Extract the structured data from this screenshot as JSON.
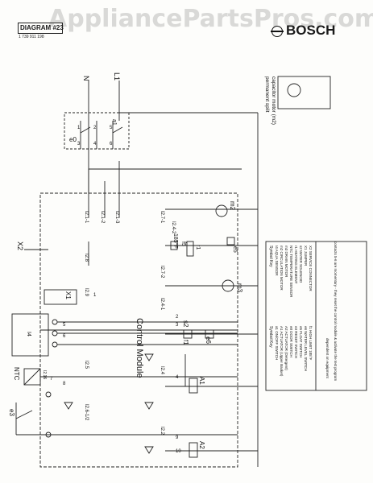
{
  "watermark": "AppliancePartsPros.com",
  "header": {
    "diagram": "DIAGRAM #23",
    "part_no": "1 739 911 198",
    "brand": "BOSCH"
  },
  "motor_inset": {
    "line1": "permanent split",
    "line2": "capacitor motor (m2)"
  },
  "mains": {
    "neutral": "N",
    "line": "L1"
  },
  "switch": {
    "name": "a1",
    "e0": "e0",
    "t1": "1",
    "t2": "2",
    "t3": "3",
    "t4": "4",
    "t5": "5",
    "t6": "6"
  },
  "module": {
    "title": "Control Module",
    "pins_top": [
      "I2.1-1",
      "I2.1-2",
      "I2.1-3",
      "I2.8",
      "I2.9",
      "I2.5",
      "I2.6-1/2"
    ],
    "pins_bottom": [
      "I2.7-1",
      "I2.4-2",
      "I2.7-2",
      "I2.4-1",
      "I2.4",
      "I2.2"
    ]
  },
  "components": {
    "x2": "X2",
    "x1": "X1",
    "i4": "I4",
    "ntc": "NTC",
    "i2_16": "I2.16",
    "e3": "e3",
    "thermo": "185°F",
    "f5": "f5",
    "r1": "r1",
    "e5": "e5",
    "m2": "m2",
    "m3": "m3",
    "s2": "s2",
    "e6": "e6",
    "f1": "f1",
    "a1": "A1",
    "a2": "A2",
    "n1": "1",
    "n2": "2",
    "n3": "3",
    "n4": "4",
    "n5": "5",
    "n6": "6",
    "n7": "7",
    "n8": "8",
    "n9": "9",
    "n10": "10"
  },
  "key": {
    "left_title": "Symbol Key",
    "left": [
      "a1  ON/OFF SWITCH",
      "A1  ACTUATOR (Upper Basket)",
      "A2  ACTUATOR (Detergent)",
      "e0  DOOR SWITCH",
      "e3  RESET SWITCH",
      "e5  FLOAT SWITCH",
      "e6  WATER LEVEL SWITCH",
      "f1  HIGH LIMIT 185°F"
    ],
    "right_title": "Symbol Key",
    "right": [
      "I4  AQUA SENSOR",
      "m2  CIRCULATION MOTOR",
      "m3  DRAIN MOTOR",
      "NTC TEMPERATURE SENSOR",
      "r1  HEATING ELEMENT",
      "s2  WATER SOLENOID",
      "X1  JUMPER",
      "X2  SERVICE CONNECTOR"
    ]
  },
  "notes": {
    "n1": "dependent on equipment",
    "n2": "contacts 5-6 are momentary - they reset the control module & activate the test program"
  }
}
